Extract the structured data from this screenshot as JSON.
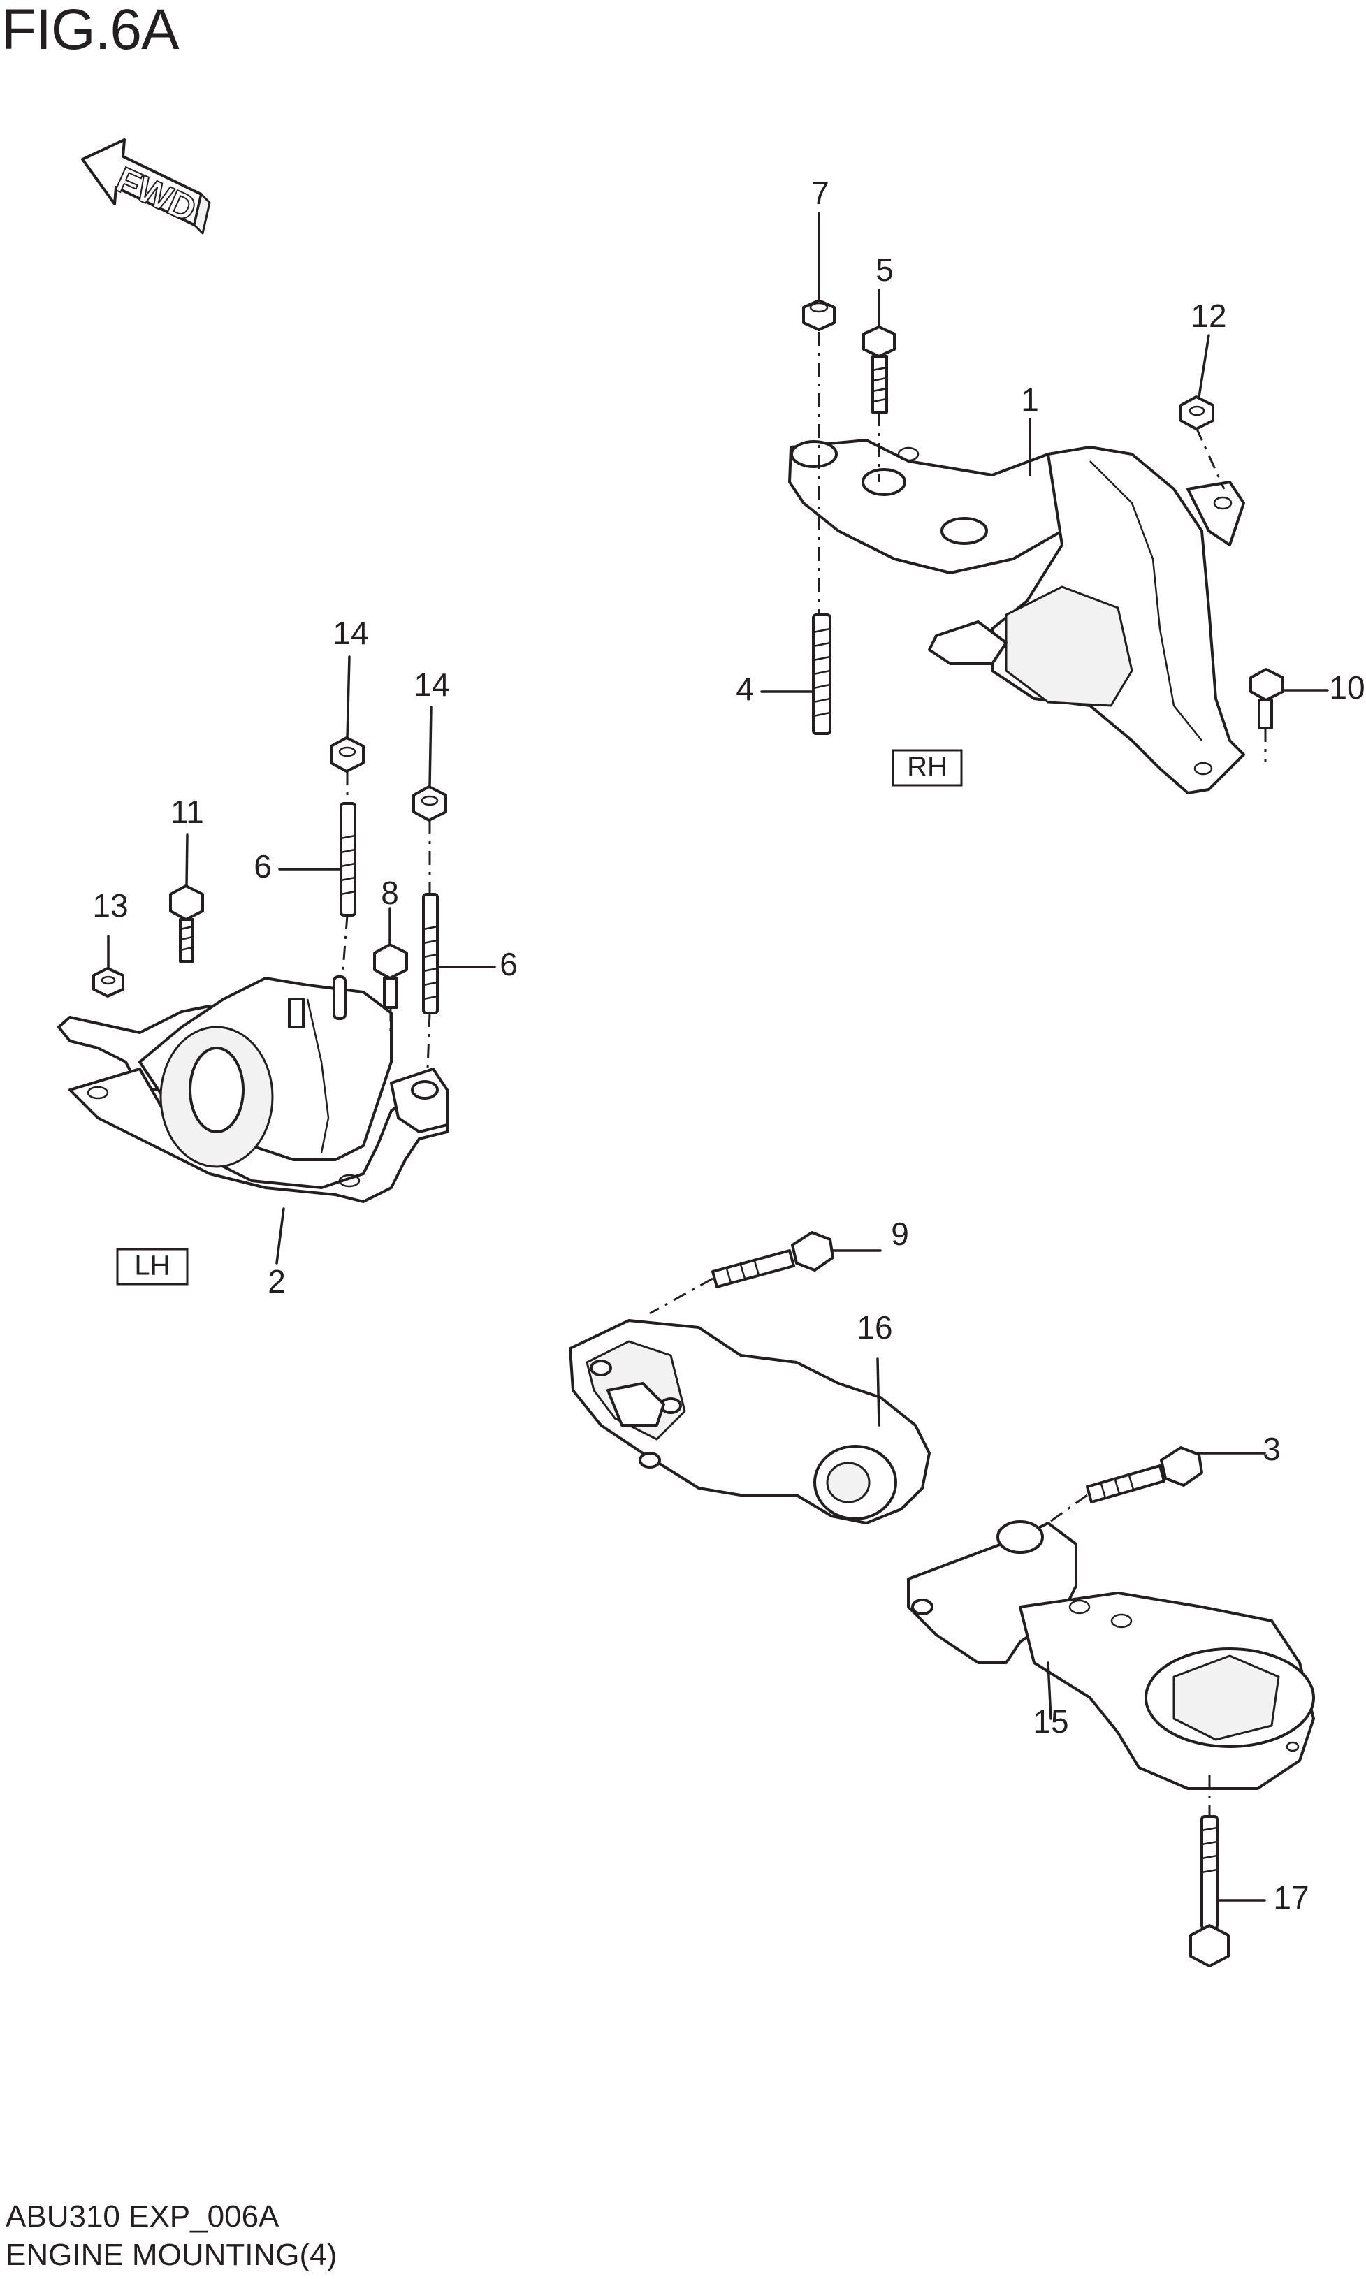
{
  "figure_title": "FIG.6A",
  "fwd_label": "FWD",
  "side_labels": {
    "rh": "RH",
    "lh": "LH"
  },
  "callouts": {
    "c1": "1",
    "c2": "2",
    "c3": "3",
    "c4": "4",
    "c5": "5",
    "c6a": "6",
    "c6b": "6",
    "c7": "7",
    "c8": "8",
    "c9": "9",
    "c10": "10",
    "c11": "11",
    "c12": "12",
    "c13": "13",
    "c14a": "14",
    "c14b": "14",
    "c15": "15",
    "c16": "16",
    "c17": "17"
  },
  "footer": {
    "code": "ABU310 EXP_006A",
    "name": "ENGINE MOUNTING(4)"
  }
}
